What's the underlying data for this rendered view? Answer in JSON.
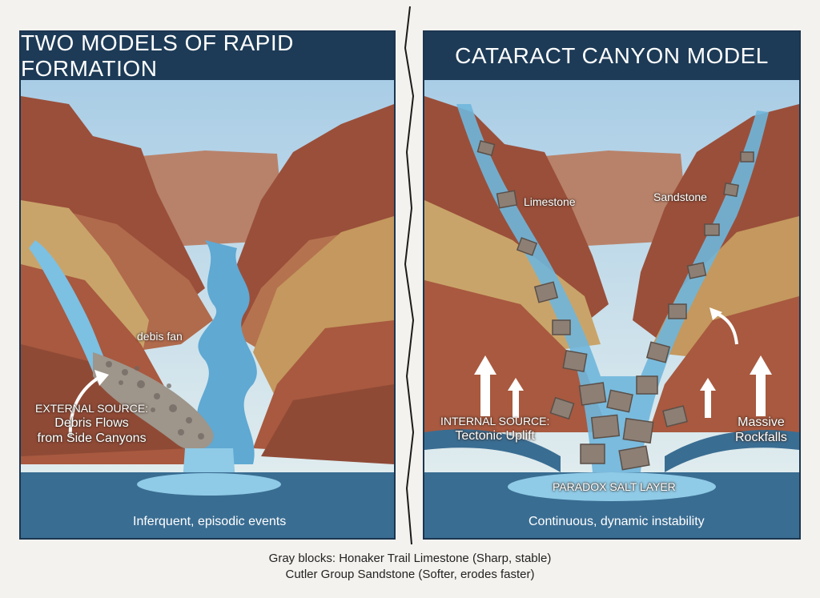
{
  "left_panel": {
    "title": "TWO MODELS OF RAPID FORMATION",
    "debris_label": "debis fan",
    "source_label_line1": "EXTERNAL SOURCE:",
    "source_label_line2": "Debris Flows",
    "source_label_line3": "from Side Canyons",
    "footer": "Inferquent, episodic events"
  },
  "right_panel": {
    "title": "CATARACT CANYON MODEL",
    "limestone_label": "Limestone",
    "sandstone_label": "Sandstone",
    "source_label_line1": "INTERNAL SOURCE:",
    "source_label_line2": "Tectonic Uplift",
    "rockfall_label_line1": "Massive",
    "rockfall_label_line2": "Rockfalls",
    "salt_layer_label": "PARADOX SALT LAYER",
    "footer": "Continuous, dynamic instability"
  },
  "caption": {
    "line1": "Gray blocks: Honaker Trail Limestone (Sharp, stable)",
    "line2": "Cutler Group Sandstone (Softer, erodes faster)"
  },
  "colors": {
    "header_bg": "#1d3b57",
    "sky": "#cfe4f0",
    "rock_red": "#9a4f3a",
    "rock_tan": "#c9a46a",
    "water": "#5fa9d3",
    "salt_layer": "#3a6d92",
    "boulder": "#8d7f74"
  }
}
